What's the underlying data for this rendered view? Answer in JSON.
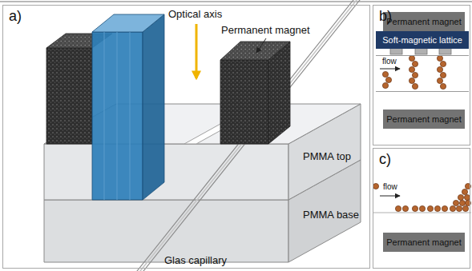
{
  "diagram": {
    "nodes": [
      {
        "text": [
          "a)"
        ]
      },
      {
        "text": [
          "b)"
        ]
      },
      {
        "text": [
          "Permanent magnet"
        ],
        "in": 1
      },
      {
        "text": [
          "Soft-magnetic lattice"
        ],
        "in": 1
      },
      {
        "text": [
          "flow"
        ],
        "in": 1
      },
      {
        "text": [
          "Permanent magnet"
        ],
        "in": 1
      },
      {
        "text": [
          "c)"
        ]
      },
      {
        "text": [
          "Permanent magnet"
        ],
        "in": 6
      }
    ],
    "labels": [
      "Optical axis",
      "Permanent magnet",
      "PMMA top",
      "PMMA base",
      "Glas capillary",
      "flow"
    ]
  }
}
